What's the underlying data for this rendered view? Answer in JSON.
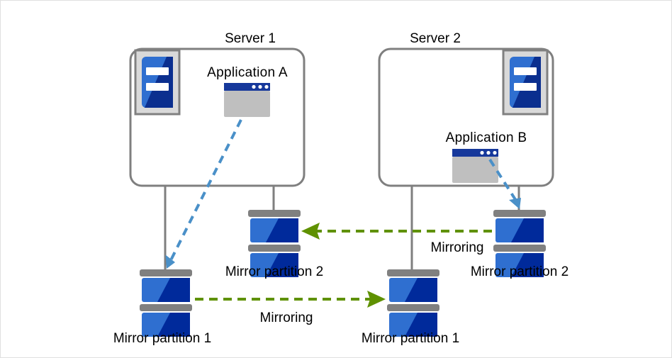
{
  "diagram": {
    "title": "Mirror partition mirroring between two servers",
    "colors": {
      "frame_border": "#e0e0e0",
      "server_box_stroke": "#7f7f7f",
      "connector_line": "#7f7f7f",
      "server_icon_frame_fill": "#d9d9d9",
      "server_icon_frame_stroke": "#808080",
      "server_icon_blue_light": "#2f6fd0",
      "server_icon_blue_dark": "#0b2f8f",
      "server_icon_bar": "#ffffff",
      "app_titlebar": "#16389b",
      "app_body": "#bfbfbf",
      "app_dot": "#ffffff",
      "disk_bar": "#808080",
      "disk_blue_light": "#2f6fd0",
      "disk_blue_dark": "#002a9b",
      "app_arrow": "#4a90c8",
      "mirror_arrow": "#5f9100",
      "text": "#000000"
    },
    "servers": [
      {
        "name": "server-1",
        "label": "Server 1",
        "icon_name": "server-icon",
        "icon_position": "top-left",
        "application": {
          "label": "Application  A",
          "icon_name": "application-window-icon"
        }
      },
      {
        "name": "server-2",
        "label": "Server 2",
        "icon_name": "server-icon",
        "icon_position": "top-right",
        "application": {
          "label": "Application  B",
          "icon_name": "application-window-icon"
        }
      }
    ],
    "disks": [
      {
        "name": "server1-mirror-partition-1",
        "label": "Mirror partition 1",
        "icon_name": "disk-stack-icon",
        "server": "Server 1"
      },
      {
        "name": "server1-mirror-partition-2",
        "label": "Mirror partition 2",
        "icon_name": "disk-stack-icon",
        "server": "Server 1"
      },
      {
        "name": "server2-mirror-partition-1",
        "label": "Mirror partition 1",
        "icon_name": "disk-stack-icon",
        "server": "Server 2"
      },
      {
        "name": "server2-mirror-partition-2",
        "label": "Mirror partition 2",
        "icon_name": "disk-stack-icon",
        "server": "Server 2"
      }
    ],
    "mirroring_links": [
      {
        "name": "mirroring-partition-2",
        "label": "Mirroring",
        "from": "Server 2 Mirror partition 2",
        "to": "Server 1 Mirror partition 2",
        "direction": "right-to-left",
        "style": "dashed-arrow"
      },
      {
        "name": "mirroring-partition-1",
        "label": "Mirroring",
        "from": "Server 1 Mirror partition 1",
        "to": "Server 2 Mirror partition 1",
        "direction": "left-to-right",
        "style": "dashed-arrow"
      }
    ],
    "access_links": [
      {
        "name": "app-a-access",
        "from": "Application  A",
        "to": "Server 1 Mirror partition 1",
        "style": "dashed-arrow"
      },
      {
        "name": "app-b-access",
        "from": "Application  B",
        "to": "Server 2 Mirror partition 2",
        "style": "dashed-arrow"
      }
    ]
  }
}
